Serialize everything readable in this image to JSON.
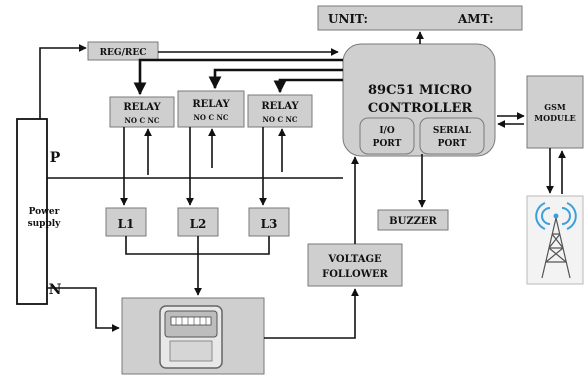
{
  "display": {
    "unit_label": "UNIT:",
    "amt_label": "AMT:"
  },
  "reg_rec": {
    "label": "REG/REC"
  },
  "microcontroller": {
    "line1": "89C51 MICRO",
    "line2": "CONTROLLER"
  },
  "io_port": {
    "line1": "I/O",
    "line2": "PORT"
  },
  "serial_port": {
    "line1": "SERIAL",
    "line2": "PORT"
  },
  "gsm_module": {
    "line1": "GSM",
    "line2": "MODULE"
  },
  "relays": [
    {
      "label": "RELAY",
      "pins": "NO  C  NC"
    },
    {
      "label": "RELAY",
      "pins": "NO  C   NC"
    },
    {
      "label": "RELAY",
      "pins": "NO  C  NC"
    }
  ],
  "loads": [
    "L1",
    "L2",
    "L3"
  ],
  "power_supply": {
    "p_label": "P",
    "line1": "Power",
    "line2": "supply",
    "n_label": "N"
  },
  "buzzer": {
    "label": "BUZZER"
  },
  "voltage_follower": {
    "line1": "VOLTAGE",
    "line2": "FOLLOWER"
  },
  "colors": {
    "box_fill": "#cfcfcf",
    "box_stroke": "#7a7a7a",
    "wire": "#111111",
    "tower": "#3aa0dc"
  }
}
